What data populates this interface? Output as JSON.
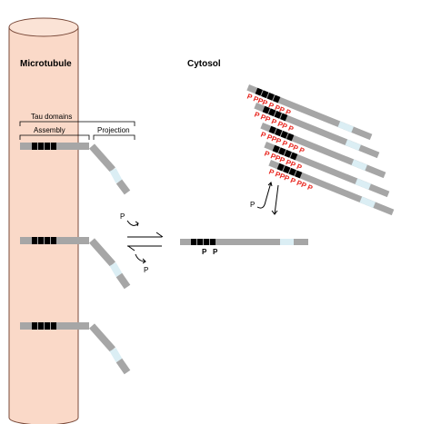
{
  "labels": {
    "microtubule": "Microtubule",
    "cytosol": "Cytosol",
    "tau_domains": "Tau domains",
    "assembly": "Assembly",
    "projection": "Projection"
  },
  "phospho_symbol": "P",
  "aggregate_phospho_rows": [
    "P PPP P PP P",
    "P PP P PP P",
    "P PPP P PP P",
    "P PPP PP P",
    "P PPP P PP P"
  ],
  "colors": {
    "microtubule_fill": "#fad9c8",
    "microtubule_stroke": "#7a4a3a",
    "tau_body": "#a6a6a6",
    "binding_repeat": "#000000",
    "projection_tip": "#dbeef4",
    "phospho_red": "#e8261f",
    "phospho_black": "#000000"
  }
}
